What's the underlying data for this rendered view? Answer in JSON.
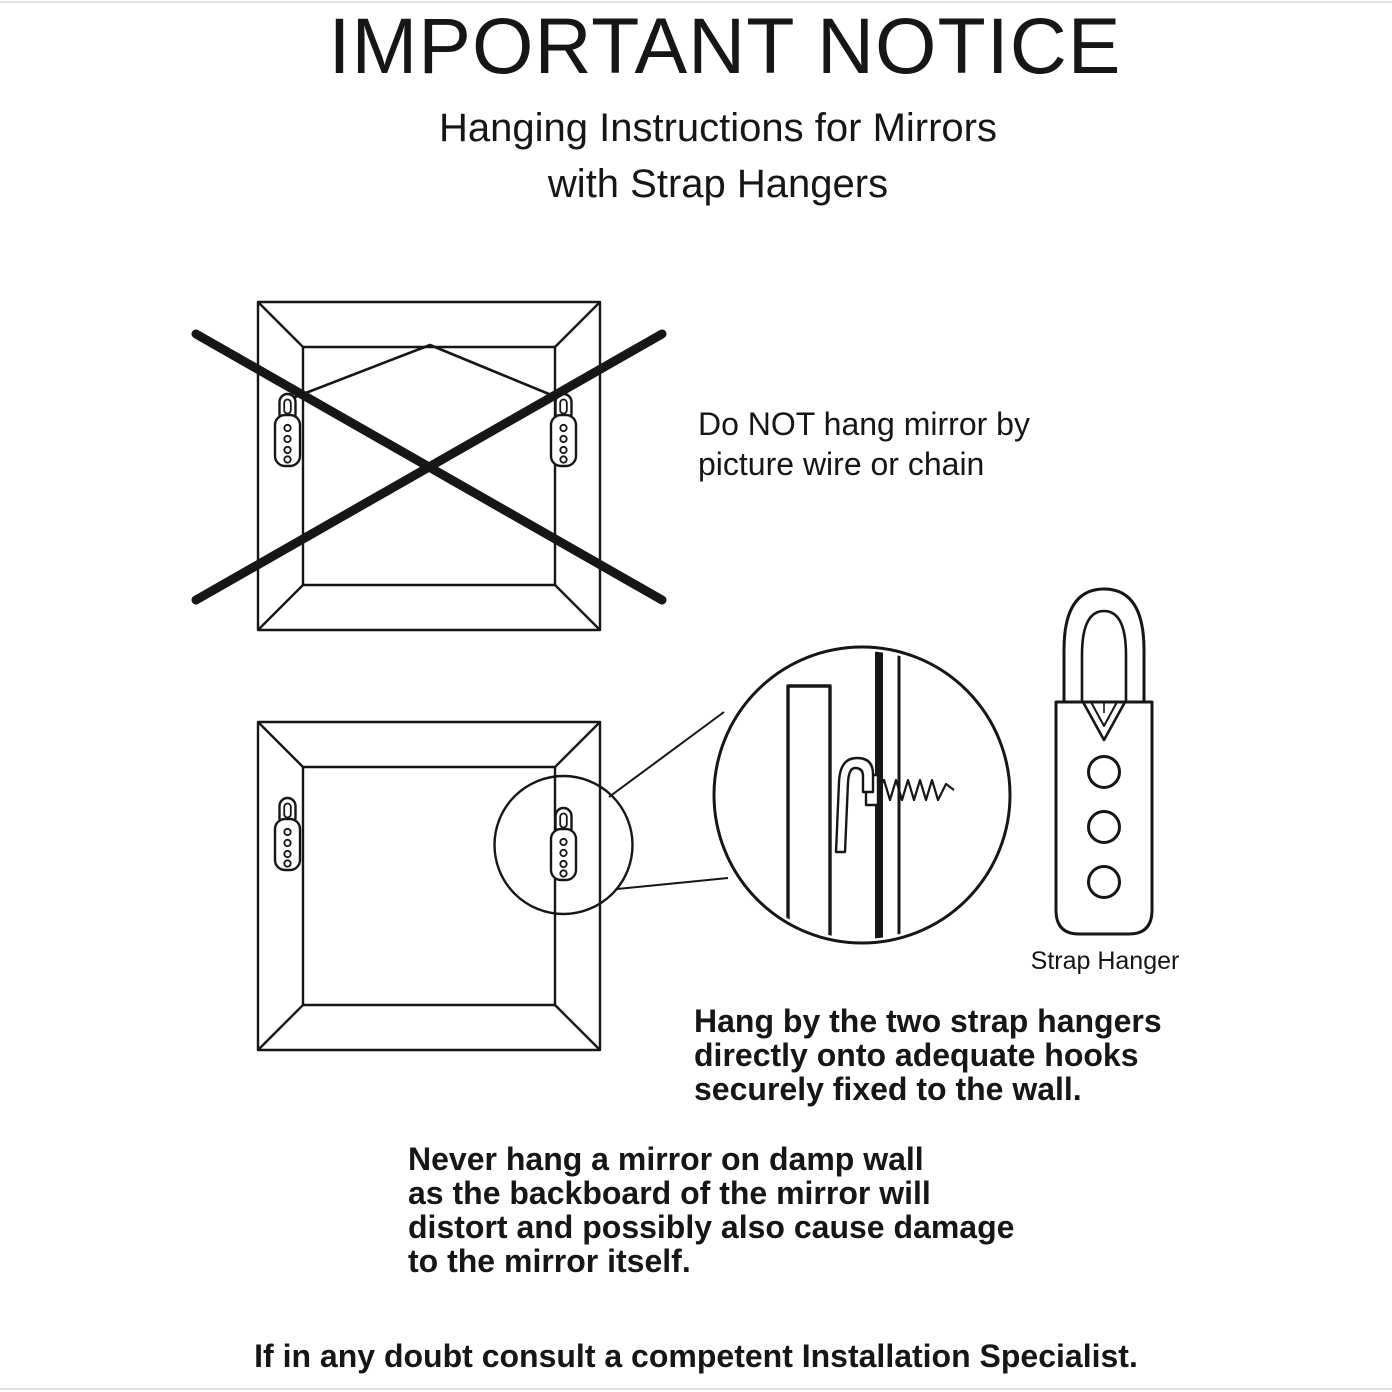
{
  "notice": {
    "title": "IMPORTANT NOTICE",
    "subtitle": [
      "Hanging Instructions for Mirrors",
      "with Strap Hangers"
    ],
    "wire_warning": [
      "Do NOT hang mirror by",
      "picture wire or chain"
    ],
    "strap_hanger_label": "Strap Hanger",
    "hang_instruction": [
      "Hang by the two strap hangers",
      "directly onto adequate hooks",
      "securely fixed to the wall."
    ],
    "damp_warning": [
      "Never hang a mirror on damp wall",
      "as the backboard of the mirror will",
      "distort and possibly also cause damage",
      "to the mirror itself."
    ],
    "footer": "If in any doubt consult a competent Installation Specialist."
  },
  "icons": {
    "crossed_mirror": "mirror-back-with-wire-crossed-out",
    "prohibition": "big-x-prohibition-mark",
    "proper_mirror": "mirror-back-with-strap-hangers",
    "magnifier": "zoom-detail-circle-of-hook-and-screw",
    "strap_hanger": "strap-hanger-with-three-holes"
  },
  "colors": {
    "ink": "#161616",
    "paper": "#ffffff"
  }
}
